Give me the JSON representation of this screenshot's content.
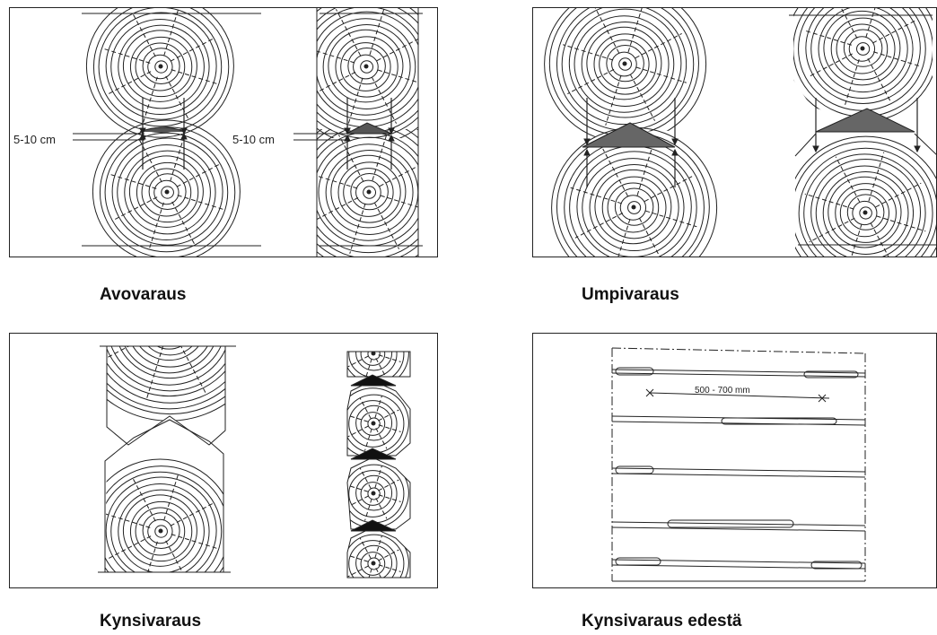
{
  "panels": {
    "avovaraus": {
      "caption": "Avovaraus",
      "dim_left": "5-10 cm",
      "dim_right": "5-10 cm"
    },
    "umpivaraus": {
      "caption": "Umpivaraus"
    },
    "kynsivaraus": {
      "caption": "Kynsivaraus"
    },
    "kynsivaraus_edesta": {
      "caption": "Kynsivaraus edestä",
      "dim_spacing": "500 - 700 mm"
    }
  },
  "colors": {
    "line": "#222222",
    "background": "#ffffff"
  }
}
